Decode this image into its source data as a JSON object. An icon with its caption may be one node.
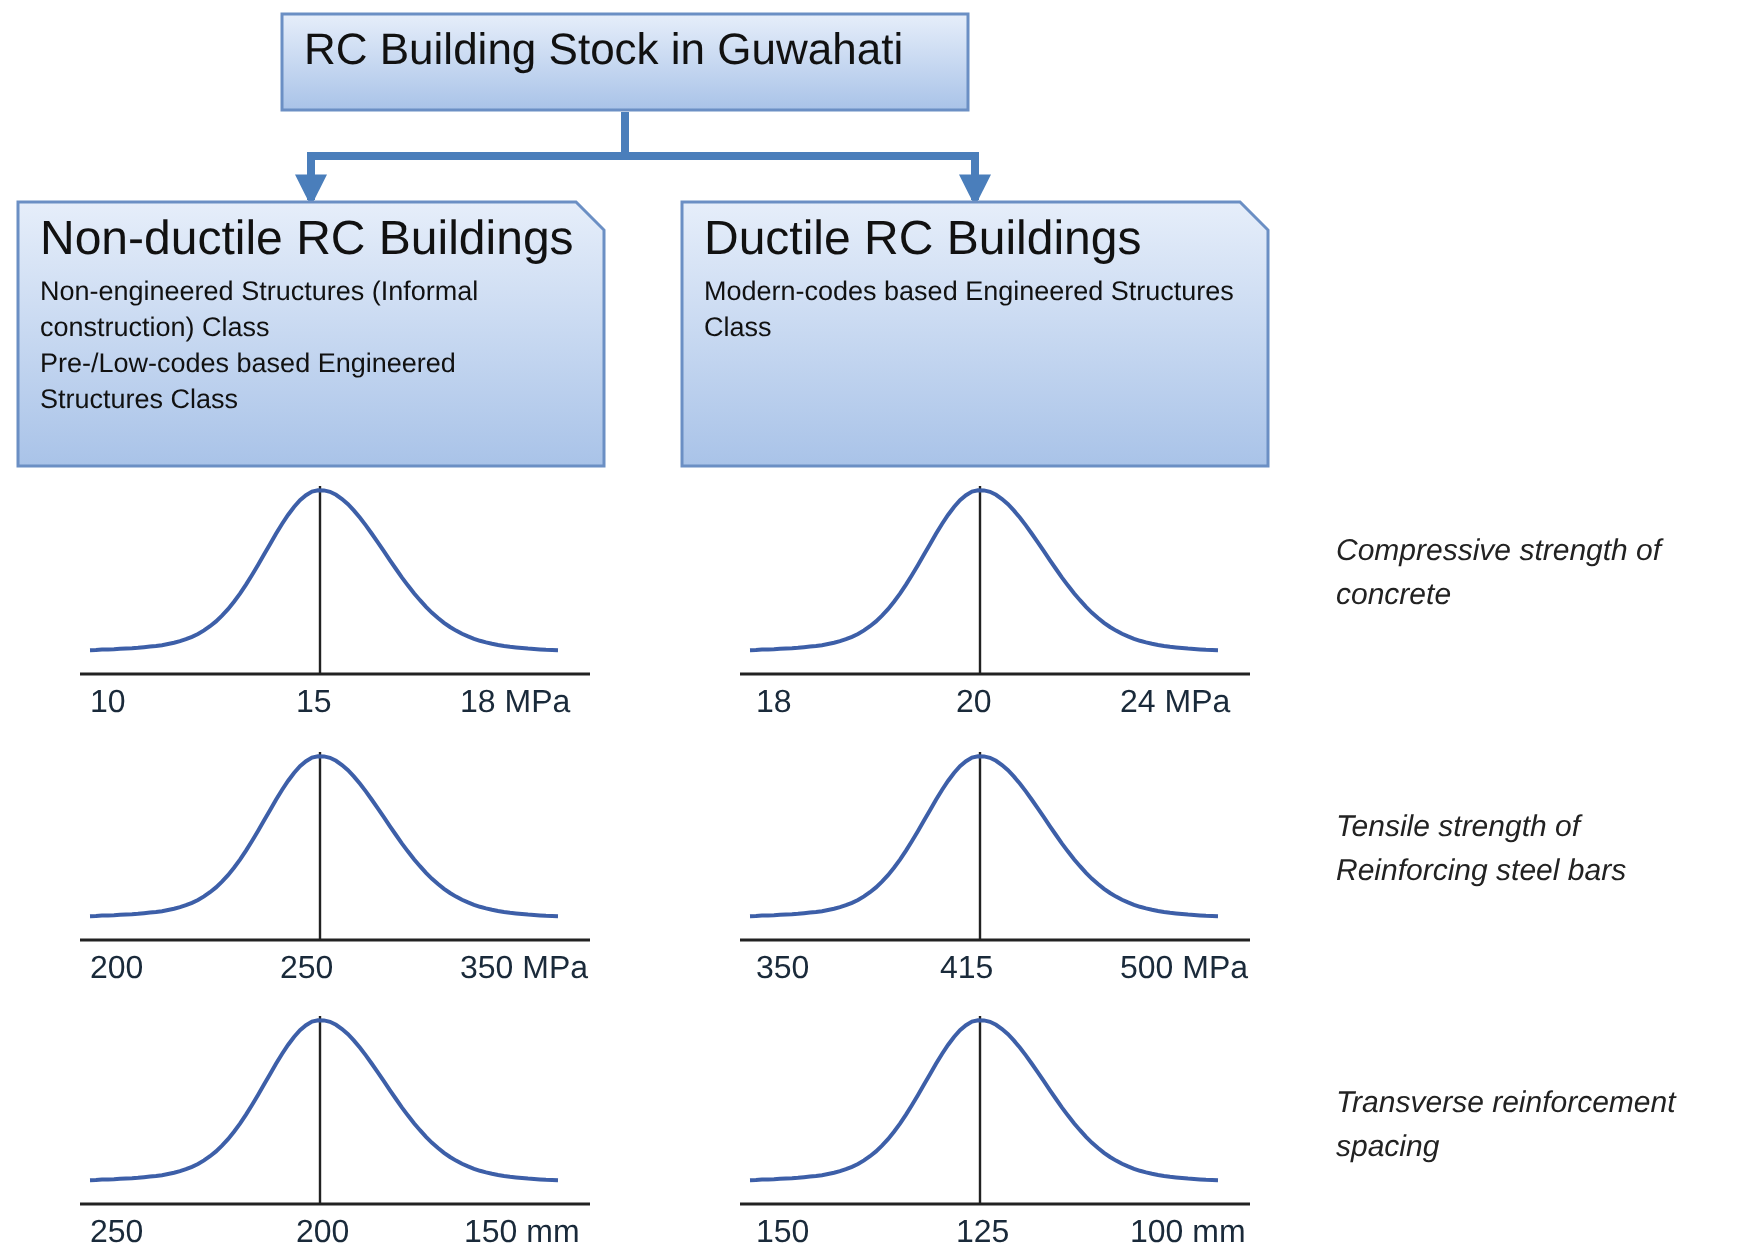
{
  "diagram": {
    "nodes": [
      {
        "text": [
          "RC Building Stock in Guwahati"
        ]
      },
      {
        "text": [
          "Non-ductile RC Buildings",
          "Non-engineered Structures (Informal construction) Class",
          "Pre-/Low-codes based Engineered Structures Class"
        ]
      },
      {
        "text": [
          "Ductile RC Buildings",
          "Modern-codes based Engineered Structures Class"
        ]
      }
    ],
    "edges": [
      {
        "from": 0,
        "to": 1,
        "arrow": "to"
      },
      {
        "from": 0,
        "to": 2,
        "arrow": "to"
      }
    ],
    "labels": [
      "Compressive strength of concrete",
      "10",
      "15",
      "18 MPa",
      "18",
      "20",
      "24 MPa",
      "Tensile strength of Reinforcing steel bars",
      "200",
      "250",
      "350 MPa",
      "350",
      "415",
      "500 MPa",
      "Transverse reinforcement spacing",
      "250",
      "200",
      "150 mm",
      "150",
      "125",
      "100 mm"
    ]
  }
}
